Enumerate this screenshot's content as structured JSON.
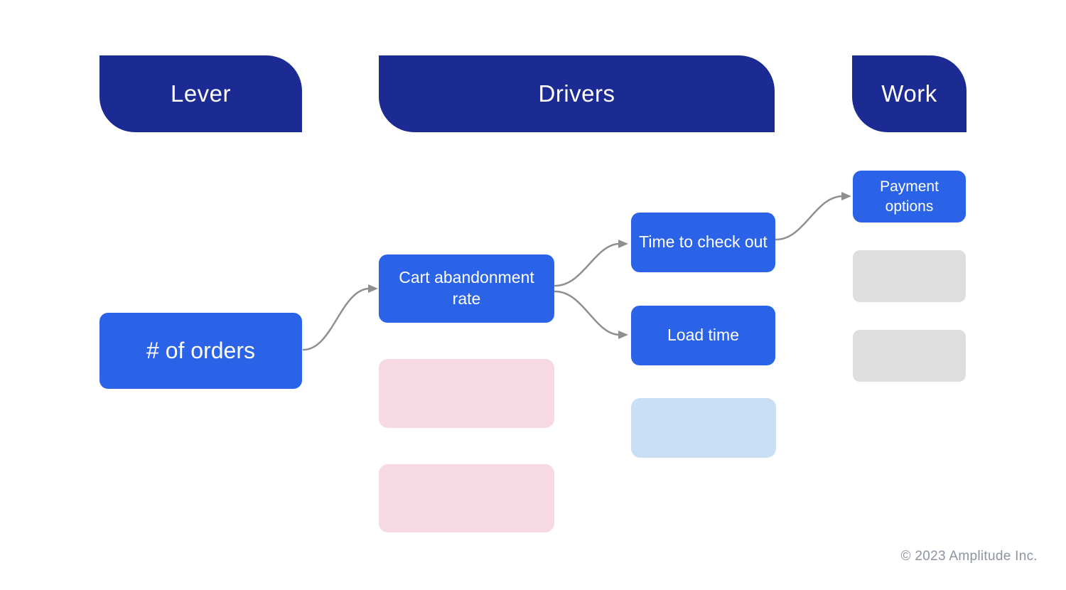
{
  "colors": {
    "header_navy": "#1c2b94",
    "node_blue": "#2b63e8",
    "placeholder_pink": "#f6d9e2",
    "placeholder_light_blue": "#c8dff5",
    "placeholder_gray": "#dedede",
    "arrow_gray": "#8f8f8f",
    "text_white": "#ffffff",
    "footer_gray": "#8e93a0"
  },
  "headers": {
    "lever": "Lever",
    "drivers": "Drivers",
    "work": "Work"
  },
  "nodes": {
    "orders": "# of orders",
    "cart_abandonment": "Cart abandonment rate",
    "time_to_checkout": "Time to check out",
    "load_time": "Load time",
    "payment_options": "Payment options"
  },
  "edges": [
    {
      "from": "orders",
      "to": "cart_abandonment"
    },
    {
      "from": "cart_abandonment",
      "to": "time_to_checkout"
    },
    {
      "from": "cart_abandonment",
      "to": "load_time"
    },
    {
      "from": "time_to_checkout",
      "to": "payment_options"
    }
  ],
  "footer": {
    "copyright": "© 2023 Amplitude Inc."
  }
}
